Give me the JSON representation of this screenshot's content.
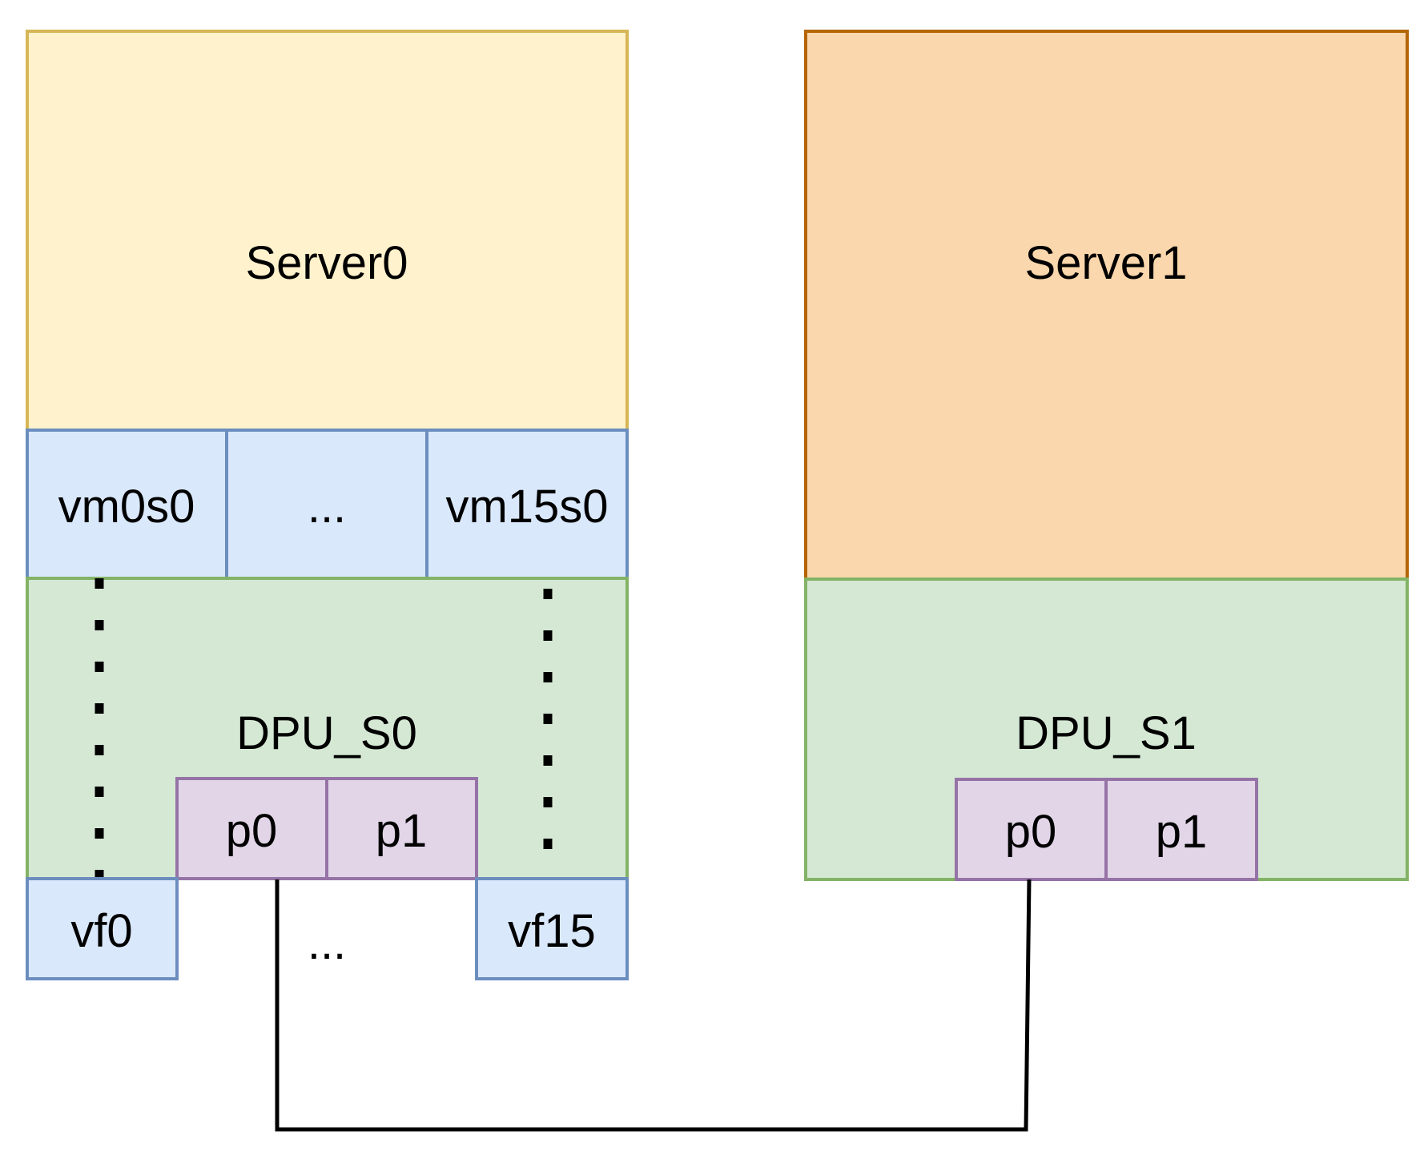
{
  "server0": {
    "label": "Server0",
    "fill": "#fff2cc",
    "stroke": "#d6b656",
    "vms": [
      "vm0s0",
      "...",
      "vm15s0"
    ],
    "dpu": {
      "label": "DPU_S0",
      "ports": [
        "p0",
        "p1"
      ]
    },
    "vfs": [
      "vf0",
      "vf15"
    ],
    "vf_ellipsis": "..."
  },
  "server1": {
    "label": "Server1",
    "fill": "#fad7ac",
    "stroke": "#b46504",
    "dpu": {
      "label": "DPU_S1",
      "ports": [
        "p0",
        "p1"
      ]
    }
  },
  "colors": {
    "vm_fill": "#dae8fc",
    "vm_stroke": "#6c8ebf",
    "dpu_fill": "#d5e8d4",
    "dpu_stroke": "#82b366",
    "port_fill": "#e1d5e7",
    "port_stroke": "#9673a6",
    "link": "#000000"
  }
}
